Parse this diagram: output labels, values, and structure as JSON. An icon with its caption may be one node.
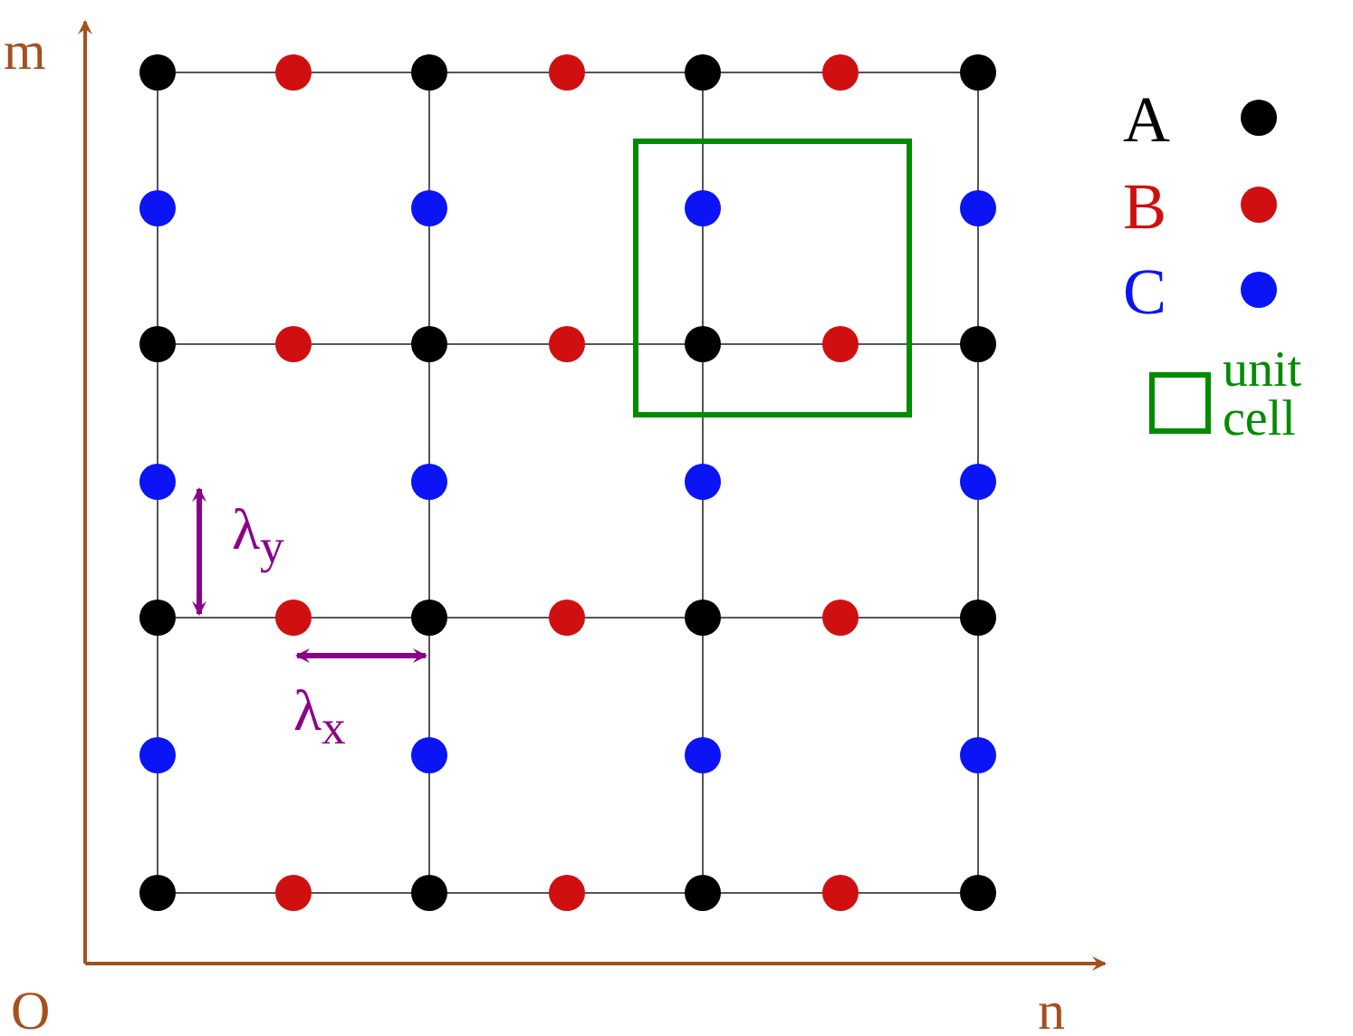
{
  "diagram": {
    "labels": [
      "m",
      "O",
      "n",
      "λ$_{y}$",
      "λ$_{x}$"
    ],
    "legend": [
      {
        "text": "A",
        "color": "#000000"
      },
      {
        "text": "B",
        "color": "#d01010"
      },
      {
        "text": "C",
        "color": "#0a14f5"
      },
      {
        "text": "unit cell"
      }
    ]
  }
}
